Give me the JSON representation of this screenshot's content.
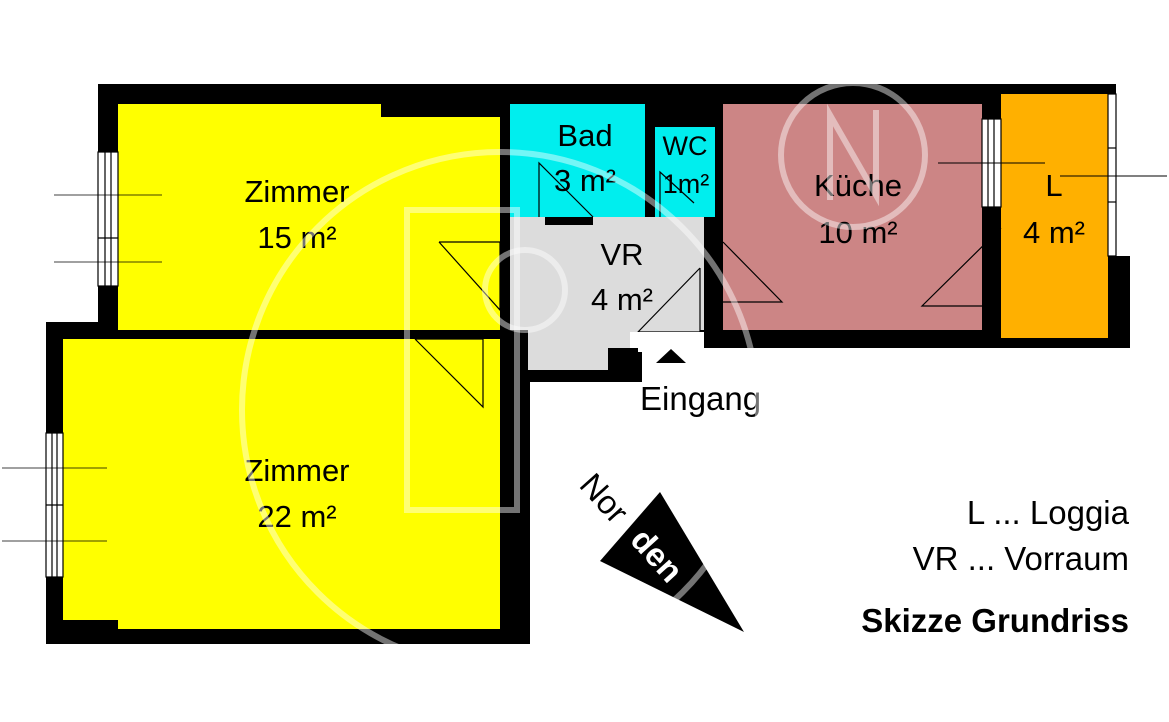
{
  "title": "Skizze Grundriss",
  "colors": {
    "wall": "#000000",
    "zimmer": "#ffff00",
    "bad_wc": "#00eeee",
    "vorraum": "#dcdcdc",
    "kueche": "#cc8585",
    "loggia": "#ffb000"
  },
  "rooms": [
    {
      "id": "zimmer-1",
      "name": "Zimmer",
      "area": "15 m²"
    },
    {
      "id": "zimmer-2",
      "name": "Zimmer",
      "area": "22 m²"
    },
    {
      "id": "bad",
      "name": "Bad",
      "area": "3 m²"
    },
    {
      "id": "wc",
      "name": "WC",
      "area": "1m²"
    },
    {
      "id": "vr",
      "name": "VR",
      "area": "4 m²"
    },
    {
      "id": "kueche",
      "name": "Küche",
      "area": "10 m²"
    },
    {
      "id": "loggia",
      "name": "L",
      "area": "4 m²"
    }
  ],
  "entrance": {
    "label": "Eingang"
  },
  "north_arrow": {
    "label_outside": "Nor",
    "label_inside": "den"
  },
  "legend": {
    "items": [
      "L ... Loggia",
      "VR ... Vorraum"
    ],
    "title": "Skizze Grundriss"
  },
  "watermark": {
    "letter": "N"
  }
}
